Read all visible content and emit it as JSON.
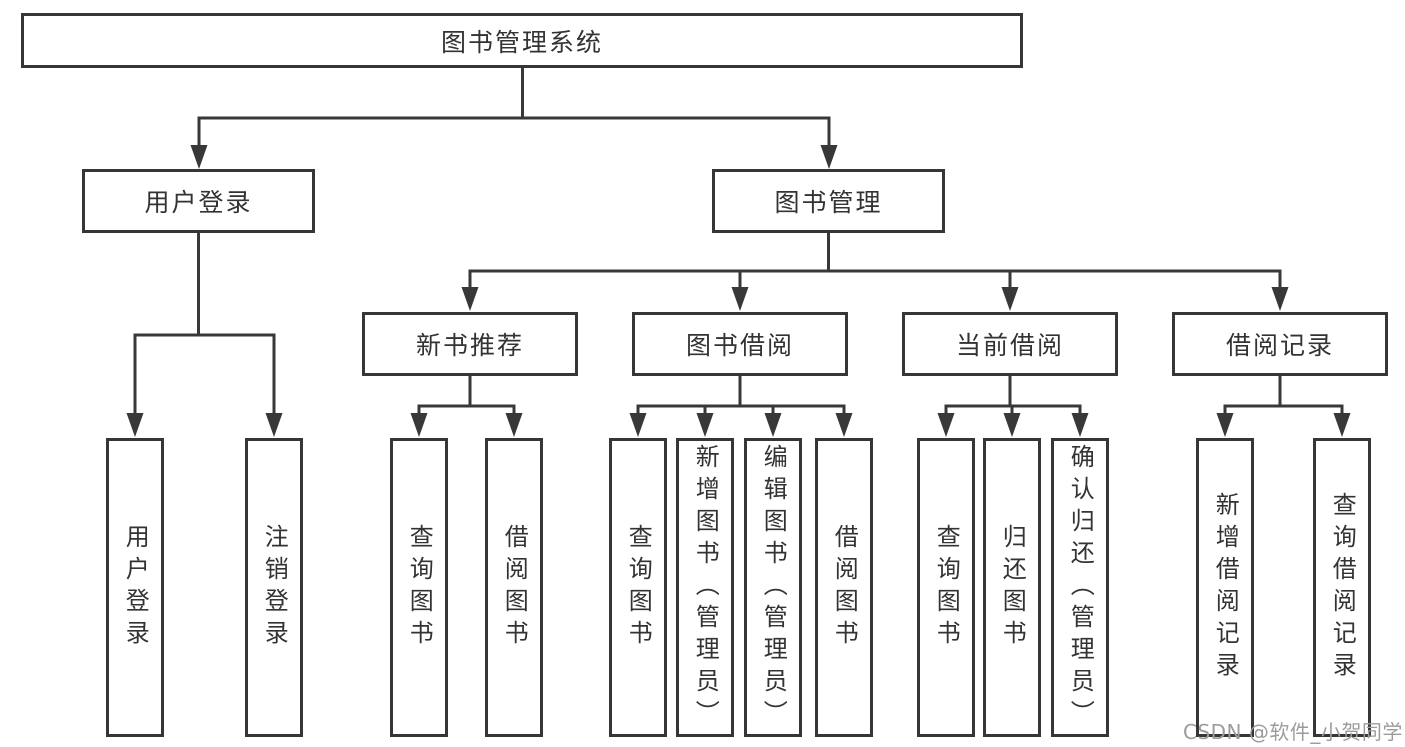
{
  "diagram": {
    "root_label": "图书管理系统",
    "login_branch": {
      "label": "用户登录",
      "children": [
        "用户登录",
        "注销登录"
      ]
    },
    "mgmt_branch": {
      "label": "图书管理",
      "groups": [
        {
          "label": "新书推荐",
          "children": [
            "查询图书",
            "借阅图书"
          ]
        },
        {
          "label": "图书借阅",
          "children": [
            "查询图书",
            "新增图书（管理员）",
            "编辑图书（管理员）",
            "借阅图书"
          ]
        },
        {
          "label": "当前借阅",
          "children": [
            "查询图书",
            "归还图书",
            "确认归还（管理员）"
          ]
        },
        {
          "label": "借阅记录",
          "children": [
            "新增借阅记录",
            "查询借阅记录"
          ]
        }
      ]
    },
    "watermark": "CSDN @软件_小贺同学",
    "colors": {
      "line": "#383838",
      "box_border": "#363636",
      "text": "#333333",
      "watermark": "#9c9c9c",
      "background": "#ffffff"
    }
  }
}
